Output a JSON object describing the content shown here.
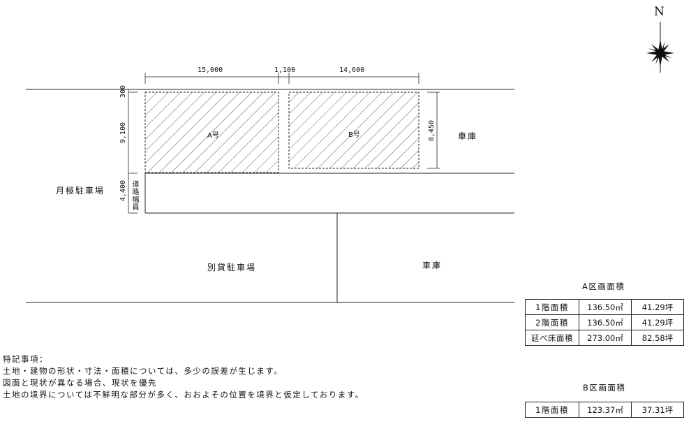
{
  "north_label": "N",
  "dimensions": {
    "top_a": "15,000",
    "top_gap": "1,100",
    "top_b": "14,600",
    "left_setback": "300",
    "left_depth": "9,100",
    "road_width_value": "4,400",
    "road_width_label": "道路幅員",
    "right_depth": "8,450"
  },
  "plots": {
    "a": "A号",
    "b": "B号"
  },
  "labels": {
    "garage_right_top": "車庫",
    "monthly_parking": "月極駐車場",
    "other_parking": "別貸駐車場",
    "garage_bottom": "車庫"
  },
  "notes": {
    "title": "特記事項：",
    "lines": [
      "土地・建物の形状・寸法・面積については、多少の誤差が生じます。",
      "図面と現状が異なる場合、現状を優先",
      "土地の境界については不鮮明な部分が多く、おおよその位置を境界と仮定しております。"
    ]
  },
  "area_a": {
    "title": "A区画面積",
    "rows": [
      {
        "label": "1階面積",
        "sqm": "136.50㎡",
        "tsubo": "41.29坪"
      },
      {
        "label": "2階面積",
        "sqm": "136.50㎡",
        "tsubo": "41.29坪"
      },
      {
        "label": "延べ床面積",
        "sqm": "273.00㎡",
        "tsubo": "82.58坪"
      }
    ]
  },
  "area_b": {
    "title": "B区画面積",
    "rows": [
      {
        "label": "1階面積",
        "sqm": "123.37㎡",
        "tsubo": "37.31坪"
      }
    ]
  }
}
